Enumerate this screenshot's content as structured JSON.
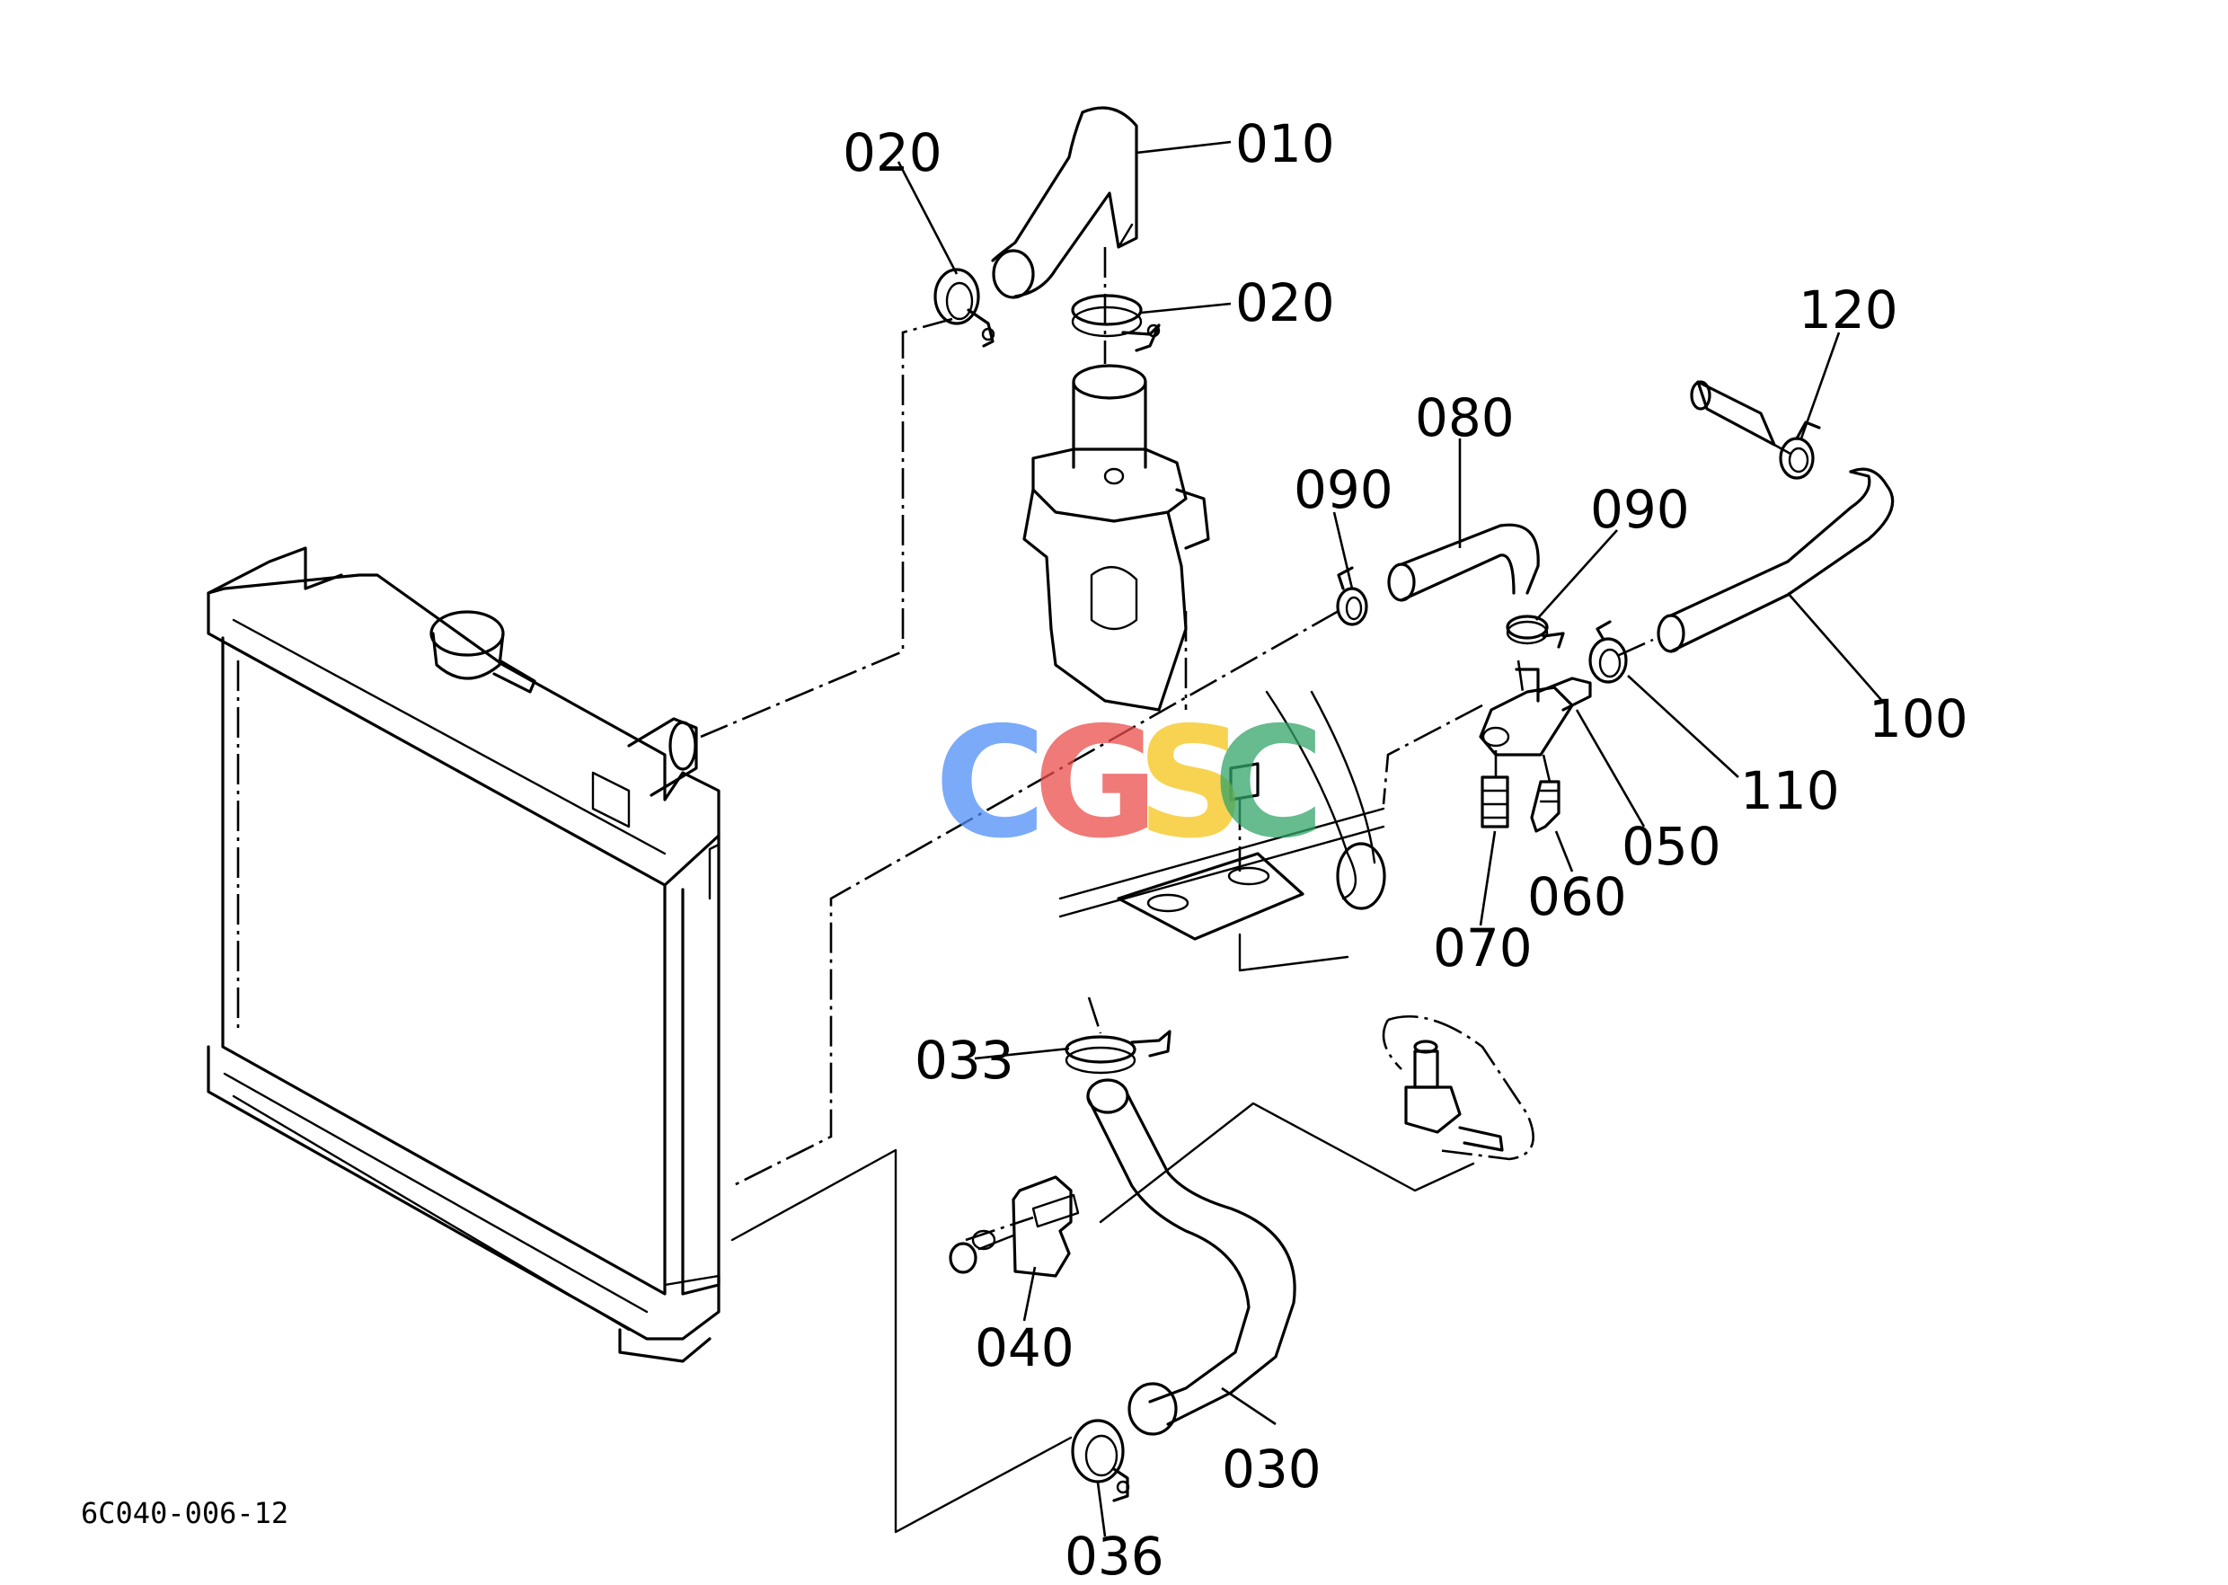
{
  "diagram_ref": "6C040-006-12",
  "watermark": {
    "letters": [
      "C",
      "G",
      "S",
      "C"
    ],
    "colors": [
      "#4f8ef7",
      "#ea4e4a",
      "#f5c518",
      "#34a56a"
    ]
  },
  "part_labels": {
    "p010": "010",
    "p020a": "020",
    "p020b": "020",
    "p030": "030",
    "p033": "033",
    "p036": "036",
    "p040": "040",
    "p050": "050",
    "p060": "060",
    "p070": "070",
    "p080": "080",
    "p090a": "090",
    "p090b": "090",
    "p100": "100",
    "p110": "110",
    "p120": "120"
  }
}
